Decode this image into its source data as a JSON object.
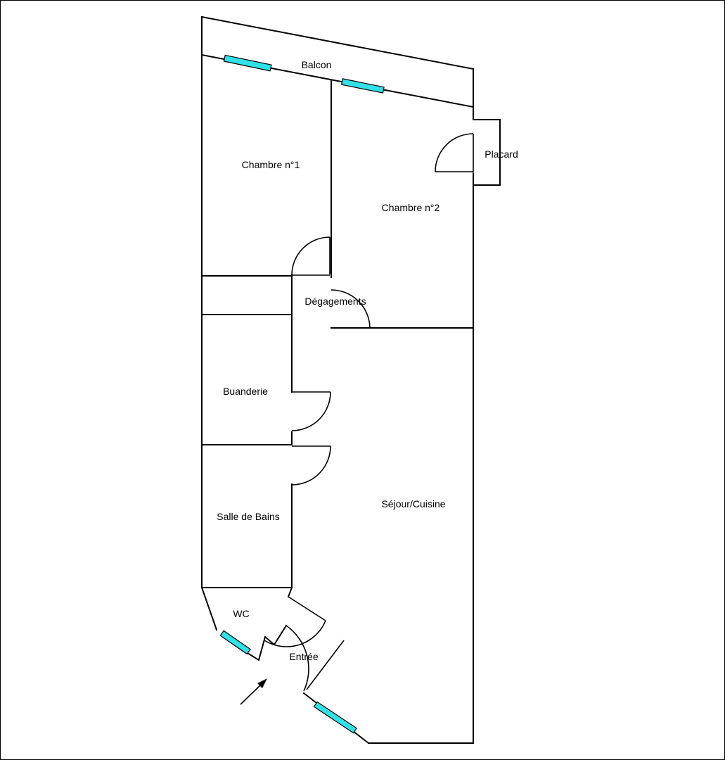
{
  "rooms": {
    "balcon": "Balcon",
    "chambre1": "Chambre n°1",
    "chambre2": "Chambre n°2",
    "placard": "Placard",
    "degagements": "Dégagements",
    "buanderie": "Buanderie",
    "salle_de_bains": "Salle de Bains",
    "sejour_cuisine": "Séjour/Cuisine",
    "wc": "WC",
    "entree": "Entrée"
  },
  "colors": {
    "wall": "#000000",
    "window": "#33e0e6",
    "background": "#ffffff"
  },
  "icons": {
    "entrance": "entrance-arrow-icon"
  }
}
